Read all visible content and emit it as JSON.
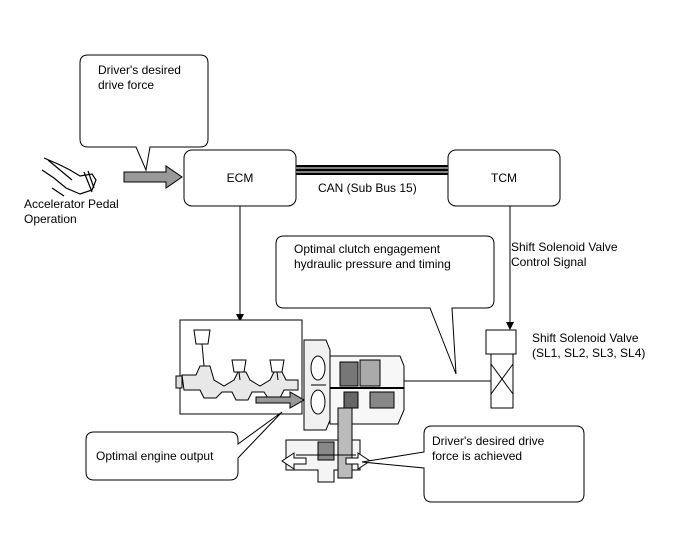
{
  "callouts": {
    "desired_force": "Driver's desired\ndrive force",
    "clutch": "Optimal clutch engagement\nhydraulic pressure and timing",
    "engine_output": "Optimal engine output",
    "achieved": "Driver's desired drive\nforce is achieved"
  },
  "nodes": {
    "ecm": "ECM",
    "tcm": "TCM",
    "solenoid": "Shift Solenoid Valve\n(SL1, SL2, SL3, SL4)"
  },
  "labels": {
    "pedal": "Accelerator Pedal\nOperation",
    "can_bus": "CAN (Sub Bus 15)",
    "signal": "Shift Solenoid Valve\nControl Signal"
  }
}
